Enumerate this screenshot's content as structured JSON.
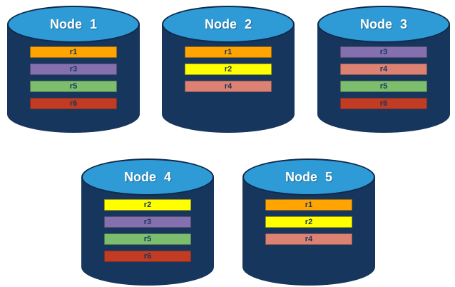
{
  "diagram": {
    "background": "#FFFFFF",
    "cylinder": {
      "body_color": "#17365D",
      "top_color": "#2E9BD6",
      "top_outline": "#10294A",
      "label_color": "#FFFFFF",
      "bar_text_color": "#17365D"
    },
    "record_colors": {
      "r1": "#FFA400",
      "r2": "#FFFF00",
      "r3": "#8470AE",
      "r4": "#DD8273",
      "r5": "#7CBE6E",
      "r6": "#C23B23"
    }
  },
  "nodes": [
    {
      "label": "Node 1",
      "records": [
        {
          "label": "r1",
          "color": "#FFA400"
        },
        {
          "label": "r3",
          "color": "#8470AE"
        },
        {
          "label": "r5",
          "color": "#7CBE6E"
        },
        {
          "label": "r6",
          "color": "#C23B23"
        }
      ]
    },
    {
      "label": "Node 2",
      "records": [
        {
          "label": "r1",
          "color": "#FFA400"
        },
        {
          "label": "r2",
          "color": "#FFFF00"
        },
        {
          "label": "r4",
          "color": "#DD8273"
        }
      ]
    },
    {
      "label": "Node 3",
      "records": [
        {
          "label": "r3",
          "color": "#8470AE"
        },
        {
          "label": "r4",
          "color": "#DD8273"
        },
        {
          "label": "r5",
          "color": "#7CBE6E"
        },
        {
          "label": "r6",
          "color": "#C23B23"
        }
      ]
    },
    {
      "label": "Node 4",
      "records": [
        {
          "label": "r2",
          "color": "#FFFF00"
        },
        {
          "label": "r3",
          "color": "#8470AE"
        },
        {
          "label": "r5",
          "color": "#7CBE6E"
        },
        {
          "label": "r6",
          "color": "#C23B23"
        }
      ]
    },
    {
      "label": "Node 5",
      "records": [
        {
          "label": "r1",
          "color": "#FFA400"
        },
        {
          "label": "r2",
          "color": "#FFFF00"
        },
        {
          "label": "r4",
          "color": "#DD8273"
        }
      ]
    }
  ]
}
